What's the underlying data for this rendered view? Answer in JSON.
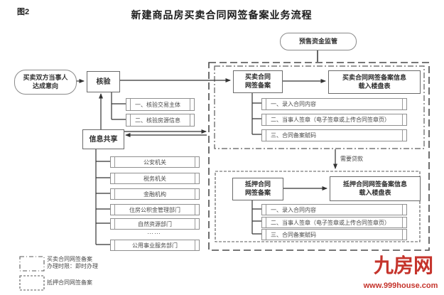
{
  "figure_label": "图2",
  "title": "新建商品房买卖合同网签备案业务流程",
  "colors": {
    "line": "#444444",
    "logo_red": "#c5342c"
  },
  "presale_oval": "预售资金监管",
  "start_oval": {
    "line1": "买卖双方当事人",
    "line2": "达成意向"
  },
  "verify": {
    "label": "核验",
    "items": [
      "一、核验交易主体",
      "二、核验房源信息"
    ]
  },
  "info_share": {
    "label": "信息共享",
    "agencies": [
      "公安机关",
      "税务机关",
      "金融机构",
      "住房公积金管理部门",
      "自然资源部门",
      "……",
      "公用事业服务部门"
    ]
  },
  "sale_section": {
    "box": {
      "line1": "买卖合同",
      "line2": "网签备案"
    },
    "result": {
      "line1": "买卖合同网签备案信息",
      "line2": "载入楼盘表"
    },
    "steps": [
      "一、录入合同内容",
      "二、当事人签章（电子签章或上传合同签章页）",
      "三、合同备案赋码"
    ]
  },
  "loan_label": "需要贷款",
  "mortgage_section": {
    "box": {
      "line1": "抵押合同",
      "line2": "网签备案"
    },
    "result": {
      "line1": "抵押合同网签备案信息",
      "line2": "载入楼盘表"
    },
    "steps": [
      "一、录入合同内容",
      "二、当事人签章（电子签章或上传合同签章页）",
      "三、合同备案赋码"
    ]
  },
  "legend": {
    "item1_line1": "买卖合同网签备案",
    "item1_line2": "办理时限：即时办理",
    "item2": "抵押合同网签备案"
  },
  "watermark": {
    "logo": "九房网",
    "url": "www.999house.com"
  }
}
